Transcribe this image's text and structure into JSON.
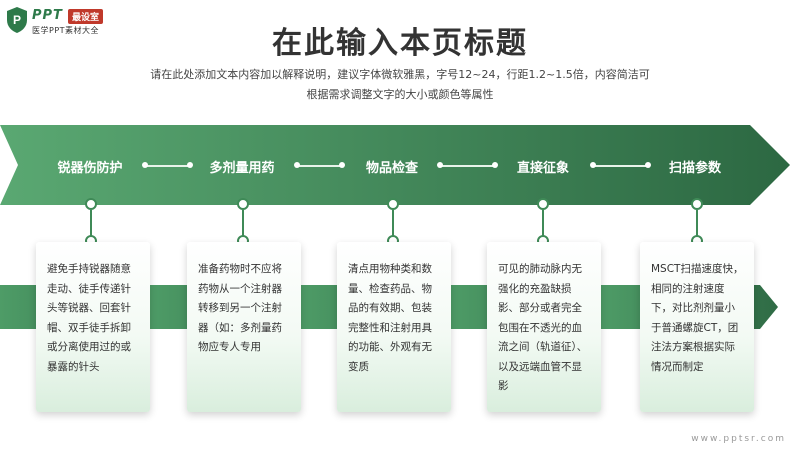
{
  "logo": {
    "brand": "PPT",
    "badge": "最设室",
    "tagline": "医学PPT素材大全"
  },
  "header": {
    "title": "在此输入本页标题",
    "subtitle": "请在此处添加文本内容加以解释说明，建议字体微软雅黑，字号12~24，行距1.2~1.5倍，内容简洁可根据需求调整文字的大小或颜色等属性"
  },
  "steps": [
    {
      "label": "锐器伤防护",
      "text": "避免手持锐器随意走动、徒手传递针头等锐器、回套针帽、双手徒手拆卸或分离使用过的或暴露的针头"
    },
    {
      "label": "多剂量用药",
      "text": "准备药物时不应将药物从一个注射器转移到另一个注射器（如：多剂量药物应专人专用"
    },
    {
      "label": "物品检查",
      "text": "清点用物种类和数量、检查药品、物品的有效期、包装完整性和注射用具的功能、外观有无变质"
    },
    {
      "label": "直接征象",
      "text": "可见的肺动脉内无强化的充盈缺损影、部分或者完全包围在不透光的血流之间（轨道征）、以及远端血管不显影"
    },
    {
      "label": "扫描参数",
      "text": "MSCT扫描速度快，相同的注射速度下，对比剂剂量小于普通螺旋CT，团注法方案根据实际情况而制定"
    }
  ],
  "watermark": "www.pptsr.com",
  "colors": {
    "accent": "#3f8a57",
    "band_dark": "#2f6b45",
    "band_light": "#5ba873"
  }
}
